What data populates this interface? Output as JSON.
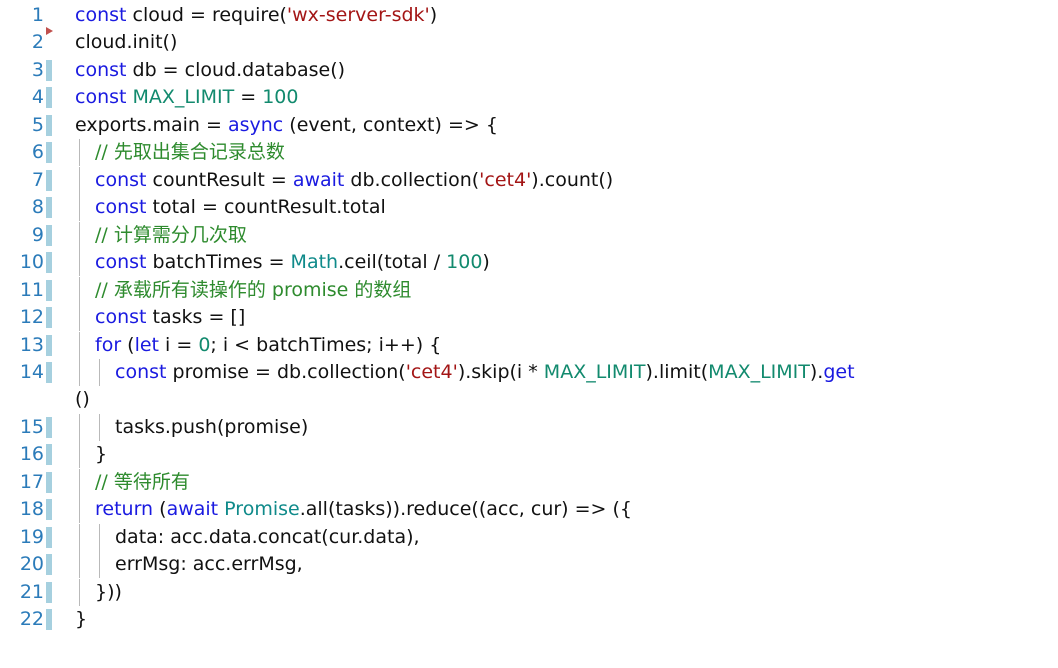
{
  "colors": {
    "keyword": "#1a1ae0",
    "string": "#a31515",
    "comment": "#2e8b2e",
    "number": "#128a6e",
    "class": "#0f8a8a",
    "line_number": "#2b7bb9",
    "gutter_mark": "#a6d0df"
  },
  "lines": [
    {
      "n": "1",
      "p": [
        "const",
        " cloud = require(",
        "'wx-server-sdk'",
        ")"
      ]
    },
    {
      "n": "2",
      "p": [
        "cloud.init()"
      ]
    },
    {
      "n": "3",
      "p": [
        "const",
        " db = cloud.database()"
      ]
    },
    {
      "n": "4",
      "p": [
        "const",
        " ",
        "MAX_LIMIT",
        " = ",
        "100"
      ]
    },
    {
      "n": "5",
      "p": [
        "exports.main = ",
        "async",
        " (event, context) => {"
      ]
    },
    {
      "n": "6",
      "p": [
        "// 先取出集合记录总数"
      ]
    },
    {
      "n": "7",
      "p": [
        "const",
        " countResult = ",
        "await",
        " db.collection(",
        "'cet4'",
        ").count()"
      ]
    },
    {
      "n": "8",
      "p": [
        "const",
        " total = countResult.total"
      ]
    },
    {
      "n": "9",
      "p": [
        "// 计算需分几次取"
      ]
    },
    {
      "n": "10",
      "p": [
        "const",
        " batchTimes = ",
        "Math",
        ".ceil(total / ",
        "100",
        ")"
      ]
    },
    {
      "n": "11",
      "p": [
        "// 承载所有读操作的 promise 的数组"
      ]
    },
    {
      "n": "12",
      "p": [
        "const",
        " tasks = []"
      ]
    },
    {
      "n": "13",
      "p": [
        "for",
        " (",
        "let",
        " i = ",
        "0",
        "; i < batchTimes; i++) {"
      ]
    },
    {
      "n": "14",
      "p": [
        "const",
        " promise = db.collection(",
        "'cet4'",
        ").skip(i * ",
        "MAX_LIMIT",
        ").limit(",
        "MAX_LIMIT",
        ").",
        "get"
      ],
      "wrap": "()"
    },
    {
      "n": "15",
      "p": [
        "tasks.push(promise)"
      ]
    },
    {
      "n": "16",
      "p": [
        "}"
      ]
    },
    {
      "n": "17",
      "p": [
        "// 等待所有"
      ]
    },
    {
      "n": "18",
      "p": [
        "return",
        " (",
        "await",
        " ",
        "Promise",
        ".all(tasks)).reduce((acc, cur) => ({"
      ]
    },
    {
      "n": "19",
      "p": [
        "data: acc.data.concat(cur.data),"
      ]
    },
    {
      "n": "20",
      "p": [
        "errMsg: acc.errMsg,"
      ]
    },
    {
      "n": "21",
      "p": [
        "}))"
      ]
    },
    {
      "n": "22",
      "p": [
        "}"
      ]
    }
  ]
}
